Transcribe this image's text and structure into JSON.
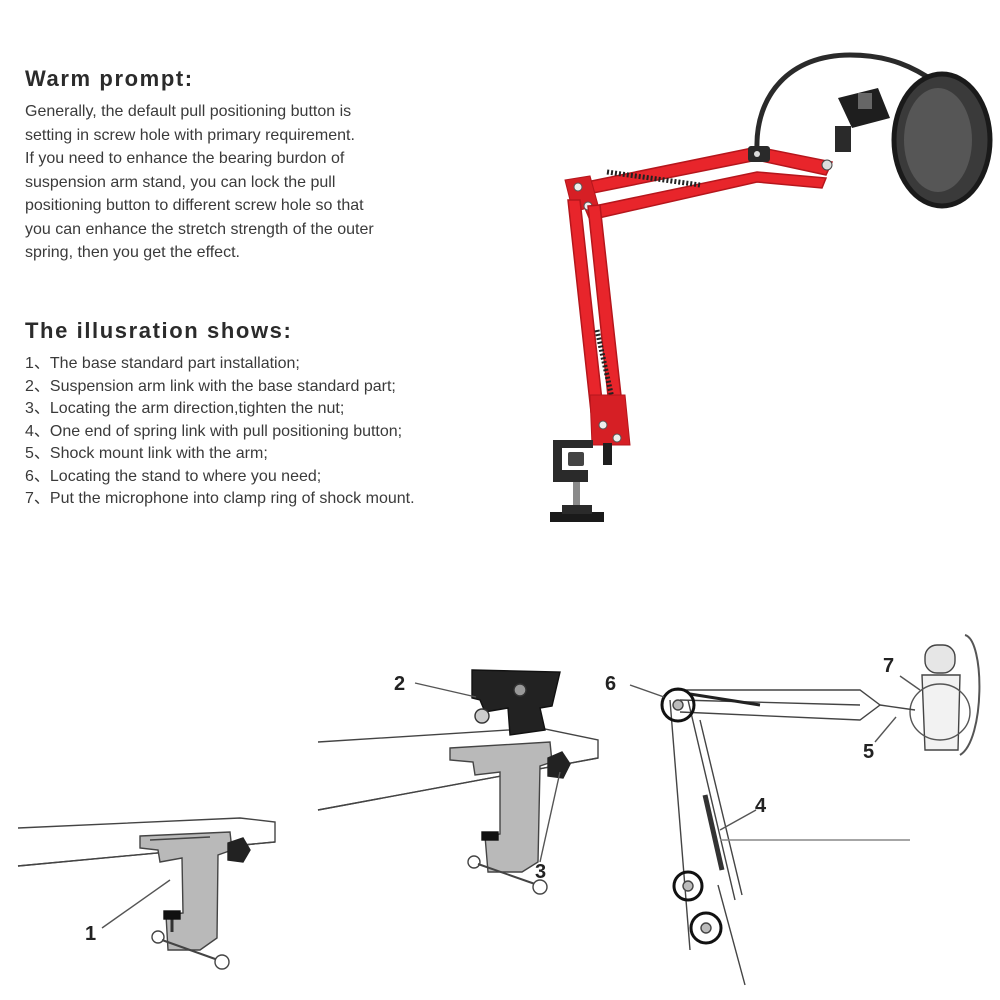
{
  "warm": {
    "heading": "Warm prompt:",
    "lines": [
      "Generally, the default pull positioning  button is",
      "setting in screw hole with primary requirement.",
      "If you need to enhance the bearing burdon of",
      "suspension arm stand, you can lock the pull",
      "positioning button to different screw hole so that",
      "you can enhance the stretch strength of the outer",
      "spring, then you get the effect."
    ]
  },
  "illustration": {
    "heading": "The illusration shows:",
    "steps": [
      "1、The base standard part installation;",
      "2、Suspension arm link with the base standard part;",
      "3、Locating the arm direction,tighten the nut;",
      "4、One end of spring link with pull positioning button;",
      "5、Shock mount link with the arm;",
      "6、Locating the stand to where you need;",
      "7、Put the microphone into clamp ring of shock mount."
    ]
  },
  "callouts": [
    "1",
    "2",
    "3",
    "4",
    "5",
    "6",
    "7"
  ],
  "colors": {
    "arm": "#e8252b",
    "arm_dark": "#b5161c",
    "clamp_gray": "#b9b9b9",
    "text": "#3a3a3a"
  }
}
